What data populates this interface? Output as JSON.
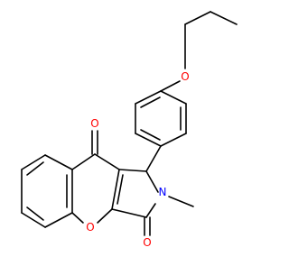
{
  "molecule": {
    "atom_labels": {
      "ketone_oxygen": "O",
      "lactam_oxygen": "O",
      "ring_oxygen": "O",
      "ether_oxygen": "O",
      "nitrogen": "N"
    },
    "colors": {
      "bond": "#000000",
      "oxygen": "#ff0000",
      "nitrogen": "#0000ff",
      "background": "#ffffff"
    }
  }
}
